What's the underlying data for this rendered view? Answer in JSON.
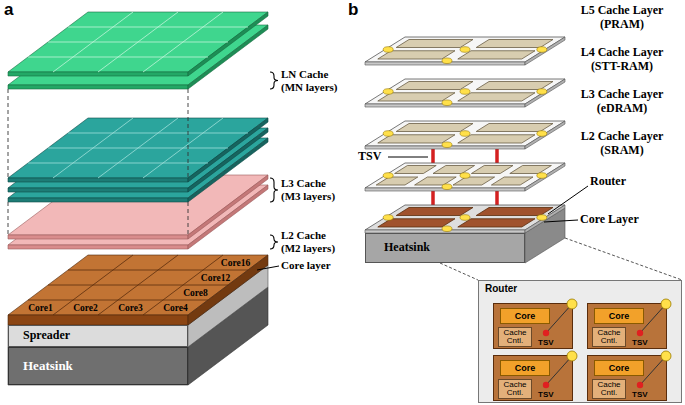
{
  "diagram": {
    "nodes": [
      {
        "text": [
          "Spreader"
        ]
      },
      {
        "text": [
          "Heatsink"
        ]
      },
      {
        "text": [
          "Heatsink"
        ]
      },
      {
        "text": [
          "Router"
        ]
      },
      {
        "text": [
          "TSV"
        ],
        "in": 3
      },
      {
        "text": [
          "Core"
        ],
        "in": 4
      },
      {
        "text": [
          "Cache Cntl."
        ],
        "in": 4
      },
      {
        "text": [
          "TSV"
        ],
        "in": 3
      },
      {
        "text": [
          "Core"
        ],
        "in": 7
      },
      {
        "text": [
          "Cache Cntl."
        ],
        "in": 7
      },
      {
        "text": [
          "TSV"
        ],
        "in": 3
      },
      {
        "text": [
          "Core"
        ],
        "in": 10
      },
      {
        "text": [
          "Cache Cntl."
        ],
        "in": 10
      },
      {
        "text": [
          "TSV"
        ],
        "in": 3
      },
      {
        "text": [
          "Core"
        ],
        "in": 13
      },
      {
        "text": [
          "Cache Cntl."
        ],
        "in": 13
      }
    ],
    "labels": [
      "a",
      "b",
      "LN Cache (MN layers)",
      "L3 Cache (M3 layers)",
      "L2 Cache (M2 layers)",
      "Core layer",
      "Core16",
      "Core12",
      "Core8",
      "Core1",
      "Core2",
      "Core3",
      "Core4",
      "L5 Cache Layer (PRAM)",
      "L4 Cache Layer (STT-RAM)",
      "L3 Cache Layer (eDRAM)",
      "L2 Cache Layer (SRAM)",
      "Router",
      "TSV",
      "Core Layer"
    ]
  }
}
